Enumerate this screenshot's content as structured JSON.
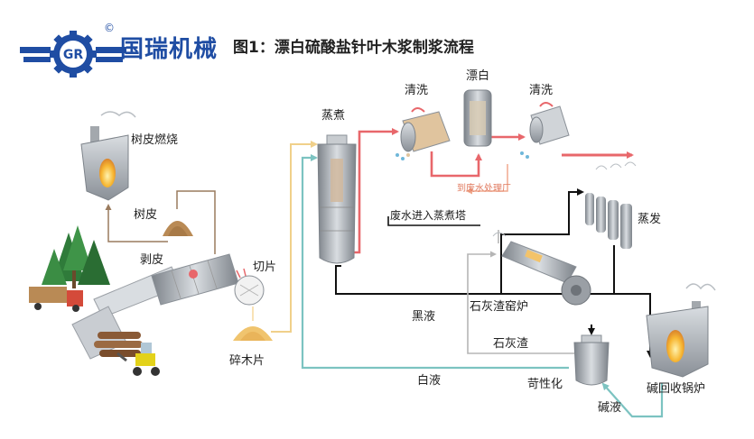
{
  "brand": {
    "logo_text": "GR",
    "copyright": "©",
    "name": "国瑞机械"
  },
  "title": "图1：漂白硫酸盐针叶木浆制浆流程",
  "labels": {
    "bark_burning": "树皮燃烧",
    "bark": "树皮",
    "debarking": "剥皮",
    "chipping": "切片",
    "wood_chips": "碎木片",
    "cooking": "蒸煮",
    "washing_1": "清洗",
    "bleaching": "漂白",
    "washing_2": "清洗",
    "to_wastewater_plant": "到废水处理厂",
    "wastewater_to_digester": "废水进入蒸煮塔",
    "evaporation": "蒸发",
    "lime_kiln": "石灰渣窑炉",
    "black_liquor": "黑液",
    "lime_mud": "石灰渣",
    "white_liquor": "白液",
    "causticizing": "苛性化",
    "recovery_boiler": "碱回收锅炉",
    "green_liquor": "碱液"
  },
  "colors": {
    "brand_blue": "#1f4da3",
    "pulp_flow": "#e8676b",
    "black_liquor": "#111111",
    "white_liquor": "#7cc3c1",
    "chip_flow": "#f4dca0",
    "bark_flow": "#9a7b5e",
    "wastewater": "#f0a98d",
    "gray_flow": "#b5b5b5",
    "equipment": "#9a9fa5"
  },
  "icons": [
    "gear-logo-icon",
    "bark-boiler-icon",
    "bark-pile-icon",
    "forest-icon",
    "truck-icon",
    "log-pile-icon",
    "loader-icon",
    "debarking-drum-icon",
    "chipper-icon",
    "chip-pile-icon",
    "digester-icon",
    "washer-icon",
    "bleach-tower-icon",
    "evaporator-icon",
    "lime-kiln-icon",
    "causticizer-icon",
    "recovery-boiler-icon"
  ]
}
